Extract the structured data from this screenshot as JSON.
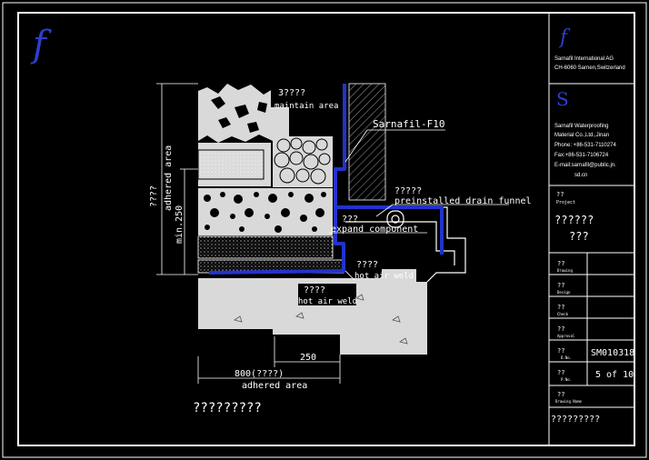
{
  "brand": {
    "logo_glyph_top": "f",
    "logo_glyph_sika": "S",
    "company1_line1": "Sarnafil International AG",
    "company1_line2": "CH-6060 Sarnen,Switzerland",
    "company2_line1": "Sarnafil Waterproofing",
    "company2_line2": "Material Co.,Ltd.,Jinan",
    "phone": "Phone: +86-531-7110274",
    "fax": "Fax:+86-531-7106724",
    "email_line1": "E-mail:sarnafil@public.jn.",
    "email_line2": "sd.cn"
  },
  "title_block": {
    "project_cn": "??",
    "project_en": "Project",
    "project_value_line1": "??????",
    "project_value_line2": "???",
    "drawing_cn": "??",
    "drawing_en": "Drawing",
    "design_cn": "??",
    "design_en": "Design",
    "check_cn": "??",
    "check_en": "Check",
    "approval_cn": "??",
    "approval_en": "Approval",
    "dwgno_cn": "??",
    "dwgno_en": "D.No.",
    "dwgno_value": "SM010318",
    "pageno_cn": "??",
    "pageno_en": "P.No.",
    "pageno_value": "5 of 10",
    "drawing_name_cn": "??",
    "drawing_name_en": "Drawing Name",
    "drawing_name_value": "?????????"
  },
  "annotations": {
    "maintain_q": "3????",
    "maintain_en": "maintain area",
    "sarnafil": "Sarnafil-F10",
    "drain_q": "?????",
    "drain_en": "preinstalled drain funnel",
    "expand_q": "???",
    "expand_en": "expand component",
    "weld1_q": "????",
    "weld1_en": "hot air weld",
    "weld2_q": "????",
    "weld2_en": "hot air weld",
    "dim_250": "250",
    "dim_800": "800(????)",
    "adhered_bottom": "adhered area",
    "vert_q": "????",
    "vert_adhered": "adhered area",
    "vert_min": "min.250",
    "drawing_title": "?????????"
  },
  "colors": {
    "background": "#000000",
    "lines": "#ffffff",
    "membrane": "#2233cc",
    "fill_gray": "#d9d9d9",
    "logo": "#2c3fd0"
  }
}
